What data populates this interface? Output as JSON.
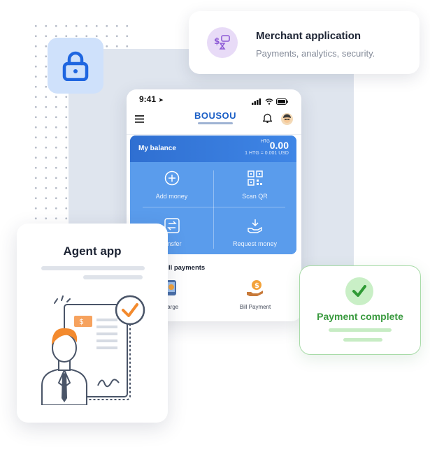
{
  "merchant": {
    "title": "Merchant application",
    "subtitle": "Payments, analytics, security."
  },
  "phone": {
    "status_time": "9:41",
    "logo": "BOUSOU",
    "balance": {
      "label": "My balance",
      "currency": "HTG",
      "amount": "0.00",
      "rate": "1 HTG = 0.001 USD"
    },
    "actions": [
      {
        "label": "Add money",
        "icon": "plus-circle-icon"
      },
      {
        "label": "Scan QR",
        "icon": "qr-code-icon"
      },
      {
        "label": "ransfer",
        "icon": "transfer-icon"
      },
      {
        "label": "Request money",
        "icon": "request-money-icon"
      }
    ],
    "section_title": "& bill payments",
    "bills": [
      {
        "label": "harge",
        "icon": "recharge-icon"
      },
      {
        "label": "Bill Payment",
        "icon": "bill-payment-icon"
      }
    ]
  },
  "agent": {
    "title": "Agent app"
  },
  "payment": {
    "title": "Payment complete"
  },
  "colors": {
    "brand_blue": "#2f6fd1",
    "success_green": "#3a9a3f",
    "merchant_purple": "#e8dbf7",
    "lock_blue": "#1f66e0"
  }
}
